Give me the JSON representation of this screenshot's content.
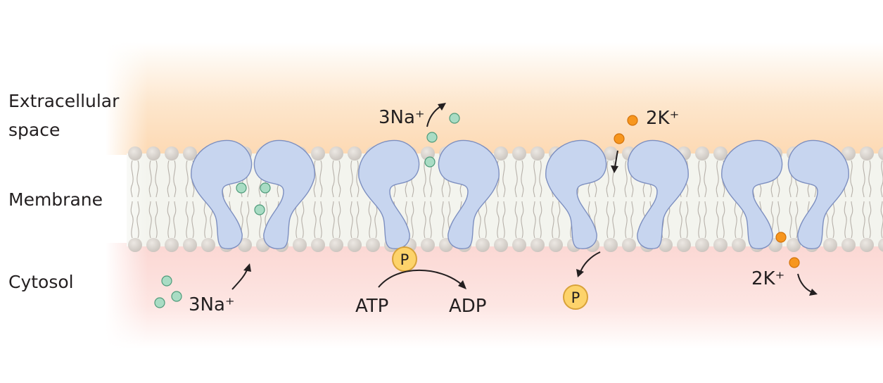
{
  "regions": {
    "extracellular_line1": "Extracellular",
    "extracellular_line2": "space",
    "membrane": "Membrane",
    "cytosol": "Cytosol"
  },
  "ions": {
    "na_in": "3Na⁺",
    "na_out": "3Na⁺",
    "k_out": "2K⁺",
    "k_in": "2K⁺"
  },
  "energy": {
    "atp": "ATP",
    "adp": "ADP",
    "phosphate": "P"
  },
  "colors": {
    "extracellular": "#fde3c6",
    "cytosol": "#fbdcd8",
    "membrane_core": "#f3f4ee",
    "protein": "#c7d5ef",
    "sodium": "#a9dcc4",
    "potassium": "#f7961e",
    "phosphate": "#fdd36b"
  }
}
